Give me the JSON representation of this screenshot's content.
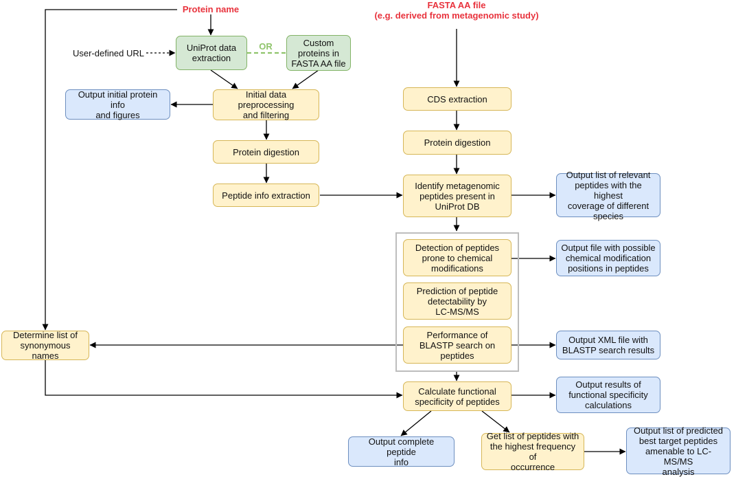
{
  "sources": {
    "protein_name": "Protein name",
    "fasta_file": "FASTA AA file\n(e.g. derived from metagenomic study)",
    "user_url": "User-defined URL",
    "or_label": "OR"
  },
  "nodes": {
    "uniprot_extraction": "UniProt data\nextraction",
    "custom_proteins": "Custom\nproteins in\nFASTA AA file",
    "initial_preprocessing": "Initial data preprocessing\nand filtering",
    "output_initial_info": "Output initial protein info\nand figures",
    "protein_digestion_left": "Protein digestion",
    "peptide_info_extraction": "Peptide info extraction",
    "cds_extraction": "CDS extraction",
    "protein_digestion_right": "Protein digestion",
    "identify_metagenomic": "Identify metagenomic\npeptides present in\nUniProt DB",
    "output_relevant_peptides": "Output list of relevant\npeptides with the highest\ncoverage of different\nspecies",
    "detection_modifications": "Detection of peptides\nprone to chemical\nmodifications",
    "output_modification_file": "Output file with possible\nchemical modification\npositions in peptides",
    "prediction_detectability": "Prediction of peptide\ndetectability by\nLC-MS/MS",
    "blastp_search": "Performance of\nBLASTP search on\npeptides",
    "output_xml": "Output XML file with\nBLASTP search results",
    "synonymous_names": "Determine list of\nsynonymous names",
    "functional_specificity": "Calculate functional\nspecificity of peptides",
    "output_functional_results": "Output results of\nfunctional specificity\ncalculations",
    "output_complete_info": "Output complete peptide\ninfo",
    "highest_frequency": "Get list of peptides with\nthe highest frequency of\noccurrence",
    "output_best_targets": "Output list of predicted\nbest target peptides\namenable to LC-MS/MS\nanalysis"
  },
  "colors": {
    "process_fill": "#fff2cc",
    "output_fill": "#dae8fc",
    "input_fill": "#d5e8d4",
    "source_text": "#e8323c",
    "or_text": "#8fc46b",
    "group_border": "#bdbdbd"
  }
}
